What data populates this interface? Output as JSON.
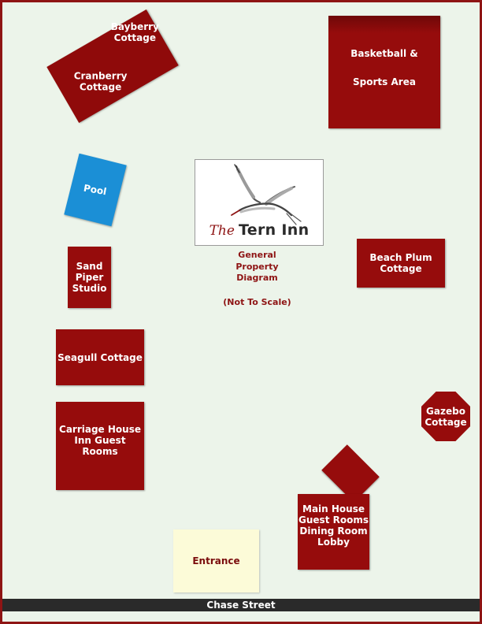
{
  "logo": {
    "the": "The",
    "name": "Tern Inn"
  },
  "caption": {
    "title": "General\nProperty\nDiagram",
    "note": "(Not To Scale)"
  },
  "buildings": {
    "bayberry": "Bayberry\nCottage",
    "cranberry": "Cranberry\nCottage",
    "basketball": "Basketball &\nSports Area",
    "pool": "Pool",
    "sand_piper": "Sand\nPiper\nStudio",
    "beach_plum": "Beach Plum\nCottage",
    "seagull": "Seagull Cottage",
    "carriage_house": "Carriage House\nInn Guest Rooms",
    "gazebo": "Gazebo\nCottage",
    "main_house": "Main House\nGuest Rooms\nDining Room\nLobby",
    "entrance": "Entrance"
  },
  "street": "Chase Street",
  "colors": {
    "building": "#960c0c",
    "pool": "#1b8fd6",
    "entrance": "#fcfbd8",
    "ground": "#ecf4ea",
    "street": "#2a2a2a"
  }
}
